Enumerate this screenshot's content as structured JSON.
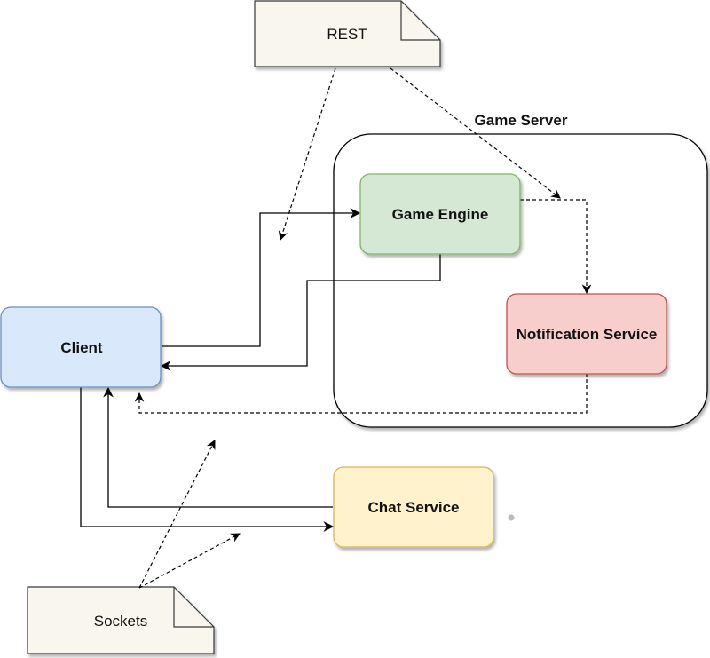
{
  "nodes": {
    "rest": {
      "label": "REST"
    },
    "sockets": {
      "label": "Sockets"
    },
    "game_server": {
      "label": "Game Server"
    },
    "game_engine": {
      "label": "Game Engine"
    },
    "notification_service": {
      "label": "Notification Service"
    },
    "client": {
      "label": "Client"
    },
    "chat_service": {
      "label": "Chat Service"
    }
  },
  "colors": {
    "client_fill": "#dae8fc",
    "client_stroke": "#6c8ebf",
    "game_engine_fill": "#d5e8d4",
    "game_engine_stroke": "#82b366",
    "notification_fill": "#f8cecc",
    "notification_stroke": "#b85450",
    "chat_fill": "#fff2cc",
    "chat_stroke": "#d6b656",
    "note_fill": "#f9f7ed",
    "note_stroke": "#36393d"
  }
}
